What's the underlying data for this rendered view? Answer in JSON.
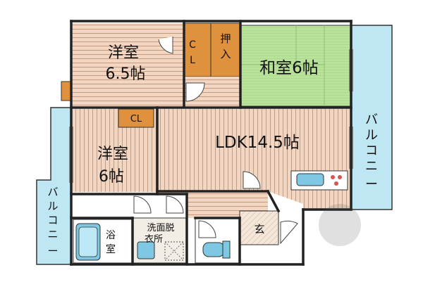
{
  "rooms": {
    "western_room_1": {
      "name": "洋室",
      "size": "6.5帖"
    },
    "western_room_2": {
      "name": "洋室",
      "size": "6帖"
    },
    "japanese_room": {
      "label": "和室6帖"
    },
    "ldk": {
      "label": "LDK14.5帖"
    },
    "bathroom": {
      "line1": "浴",
      "line2": "室"
    },
    "washroom": {
      "line1": "洗面脱",
      "line2": "衣所"
    },
    "entrance": {
      "label": "玄"
    }
  },
  "storage": {
    "closet_1": [
      "C",
      "L"
    ],
    "oshiire": [
      "押",
      "入"
    ],
    "closet_2": "CL"
  },
  "balconies": {
    "right": [
      "バ",
      "ル",
      "コ",
      "ニ",
      "ー"
    ],
    "left": [
      "バ",
      "ル",
      "コ",
      "ニ",
      "ー"
    ]
  },
  "colors": {
    "wood_floor": "#f3d6c1",
    "wood_lines": "#c79a80",
    "tatami": "#b9e29b",
    "balcony": "#bfe6f3",
    "closet": "#e0913e",
    "fixture": "#7ec8e3",
    "wall": "#222222"
  }
}
